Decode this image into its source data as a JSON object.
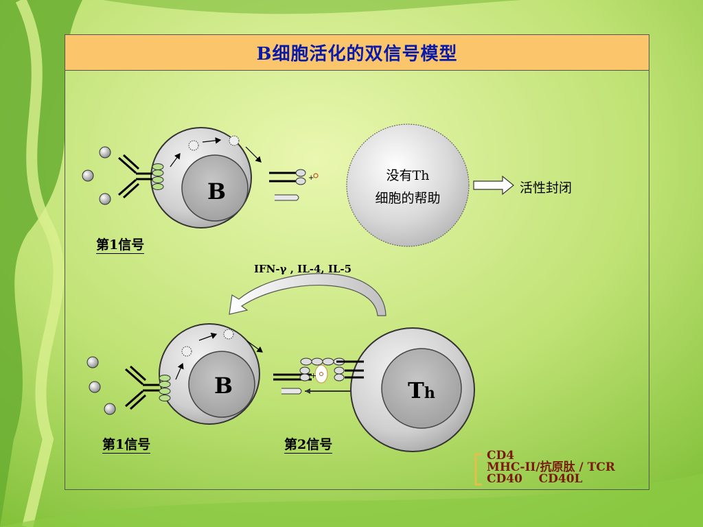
{
  "title": "B细胞活化的双信号模型",
  "top": {
    "b_cell_label": "B",
    "no_th_line1": "没有Th",
    "no_th_line2": "细胞的帮助",
    "result": "活性封闭",
    "signal1": "第1信号"
  },
  "cytokines": "IFN-γ , IL-4,  IL-5",
  "bottom": {
    "b_cell_label": "B",
    "th_label_main": "T",
    "th_label_sub": "h",
    "signal1": "第1信号",
    "signal2": "第2信号"
  },
  "legend": {
    "line1": "CD4",
    "line2": "MHC-II/抗原肽 / TCR",
    "line3": "CD40    CD40L"
  },
  "colors": {
    "title_bg": "#fbc56c",
    "title_text": "#0a1aa8",
    "receptor_green": "#b9e08a",
    "legend_text": "#7a1a0a"
  }
}
